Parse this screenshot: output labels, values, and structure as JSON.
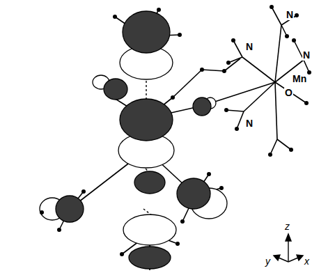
{
  "diagram": {
    "labels": [
      "N",
      "N",
      "Mn",
      "N",
      "O",
      "N",
      "z",
      "y",
      "x"
    ]
  }
}
